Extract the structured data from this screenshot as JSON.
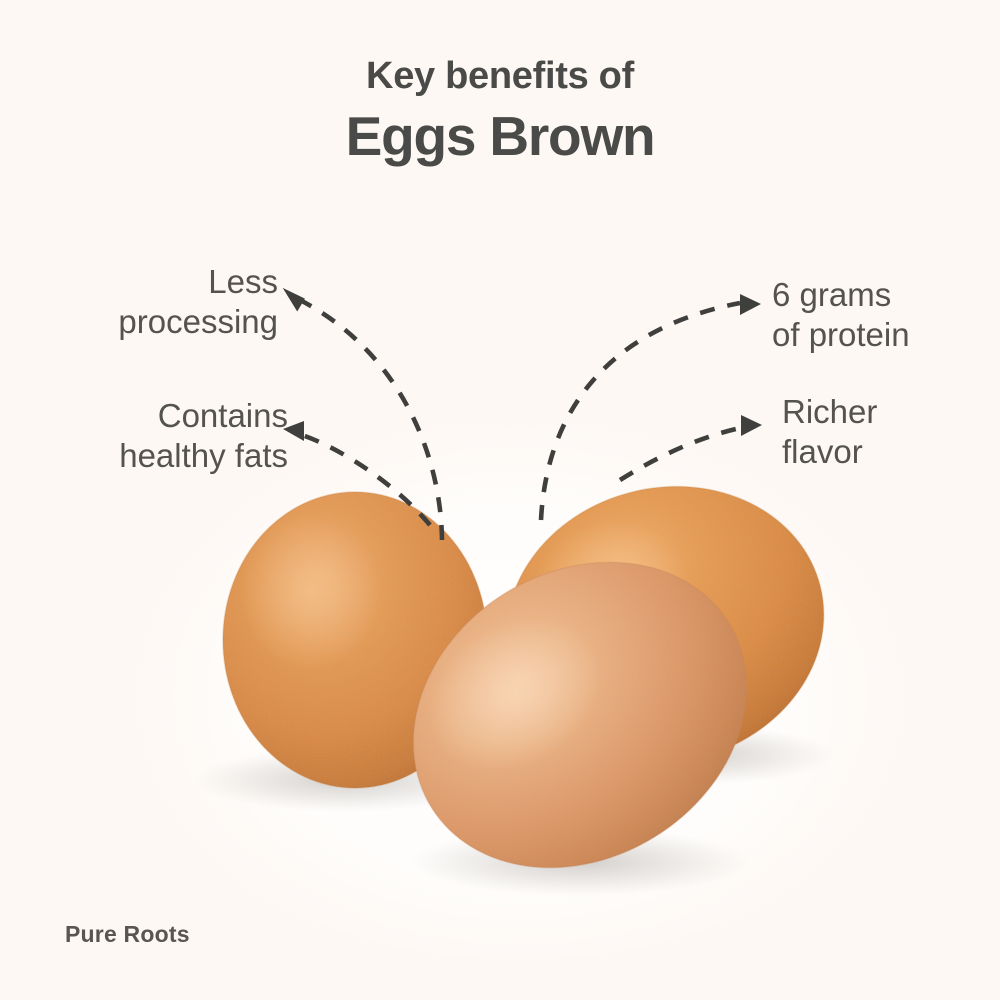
{
  "background": {
    "page_color": "#fdf8f4",
    "stage_color": "#ffffff"
  },
  "header": {
    "eyebrow": "Key benefits of",
    "title": "Eggs Brown",
    "title_color": "#4a4a48"
  },
  "callouts": [
    {
      "id": "less-processing",
      "text": "Less\nprocessing",
      "side": "left",
      "arrow_direction": "up-left"
    },
    {
      "id": "contains-healthy-fats",
      "text": "Contains\nhealthy fats",
      "side": "left",
      "arrow_direction": "left"
    },
    {
      "id": "six-grams-of-protein",
      "text": "6 grams\nof protein",
      "side": "right",
      "arrow_direction": "up-right"
    },
    {
      "id": "richer-flavor",
      "text": "Richer\nflavor",
      "side": "right",
      "arrow_direction": "right"
    }
  ],
  "illustration": {
    "subject": "three brown chicken eggs",
    "egg_count": 3,
    "eggs": [
      {
        "name": "egg-left",
        "shell_color": "#d98c4a",
        "highlight_color": "#e8a969"
      },
      {
        "name": "egg-back-right",
        "shell_color": "#da8d48",
        "highlight_color": "#eaa962"
      },
      {
        "name": "egg-front",
        "shell_color": "#dd9a6b",
        "highlight_color": "#ecb98f"
      }
    ]
  },
  "arrows": {
    "style": "dashed-curved",
    "color": "#3f3f3d",
    "count": 4
  },
  "footer": {
    "brand": "Pure Roots"
  },
  "chart_data": {
    "type": "table",
    "title": "Key benefits of Eggs Brown",
    "categories": [
      "Less processing",
      "Contains healthy fats",
      "6 grams of protein",
      "Richer flavor"
    ],
    "values": [
      null,
      null,
      6,
      null
    ],
    "xlabel": "",
    "ylabel": "",
    "annotations": [
      "Pure Roots"
    ]
  }
}
